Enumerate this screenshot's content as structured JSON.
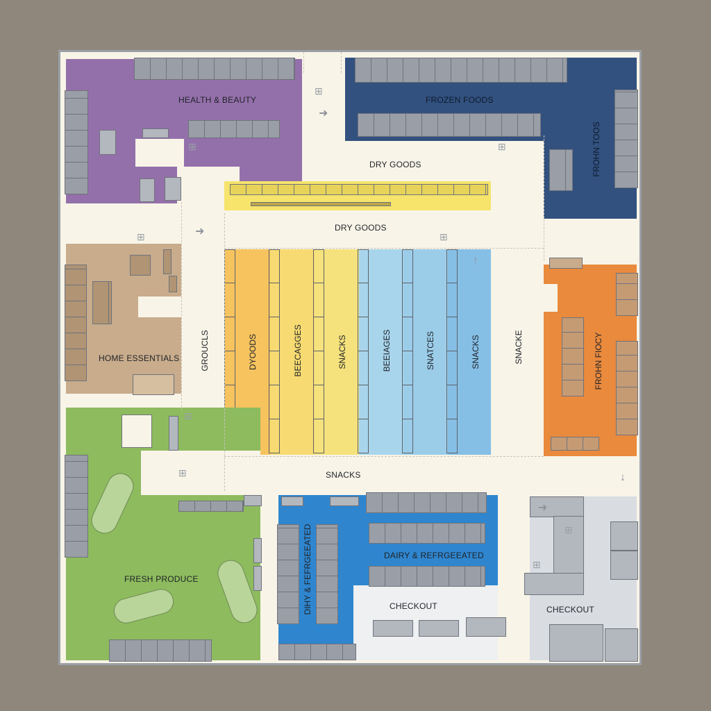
{
  "zones": {
    "health_beauty": "HEALTH & BEAUTY",
    "frozen_foods": "FROZEN FOODS",
    "frozen_side": "FROHN TOOS",
    "dry_goods_top": "DRY GOODS",
    "dry_goods_mid": "DRY GOODS",
    "home_essentials": "HOME ESSENTIALS",
    "frozen_right": "FROHN FIOCY",
    "fresh_produce": "FRESH PRODUCE",
    "dairy": "DAIRY & REFRGEEATED",
    "dairy_side": "DIHY & FEFRGEEATED",
    "checkout_left": "CHECKOUT",
    "checkout_right": "CHECKOUT",
    "snacks_bottom": "SNACKS"
  },
  "aisles": [
    {
      "label": "GROUCLS",
      "color": "#f8f4e8"
    },
    {
      "label": "DYOODS",
      "color": "#f6c35e"
    },
    {
      "label": "BEECAGGES",
      "color": "#f7db72"
    },
    {
      "label": "SNACKS",
      "color": "#f5e27c"
    },
    {
      "label": "BEEIAGES",
      "color": "#a8d5ec"
    },
    {
      "label": "SNATCES",
      "color": "#9bcde9"
    },
    {
      "label": "SNACKS",
      "color": "#86bfe6"
    },
    {
      "label": "SNACKE",
      "color": "#f8f4e8"
    }
  ],
  "colors": {
    "purple": "#9470ab",
    "navy": "#32517f",
    "tan": "#c8ac8c",
    "orange": "#e98a3d",
    "green": "#8dbb5e",
    "blue": "#2f86cf",
    "yellow": "#f6e46b",
    "gray": "#d9dde2"
  },
  "icons": {
    "cart": "shopping-cart-icon",
    "arrow_right": "arrow-right-icon",
    "arrow_up": "arrow-up-icon",
    "arrow_down": "arrow-down-icon"
  }
}
